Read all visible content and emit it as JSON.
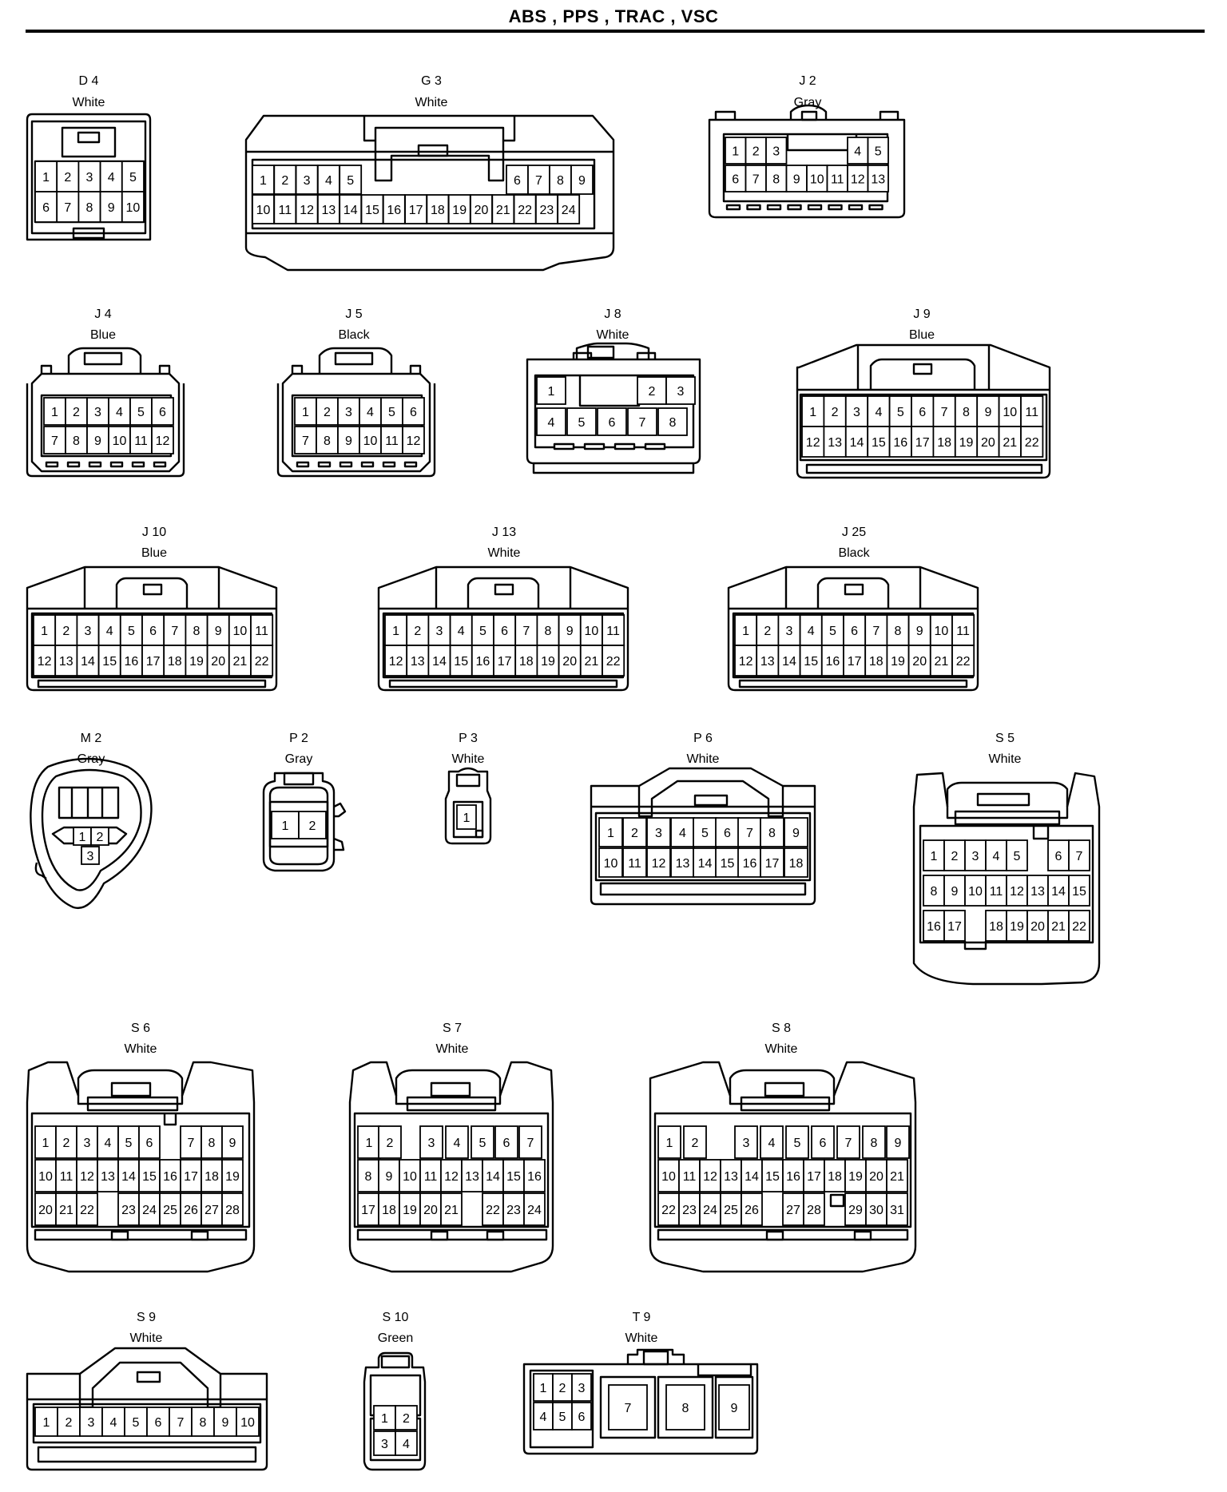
{
  "title": "ABS , PPS , TRAC , VSC",
  "connectors": [
    {
      "id": "D 4",
      "color": "White",
      "rows": [
        [
          "1",
          "2",
          "3",
          "4",
          "5"
        ],
        [
          "6",
          "7",
          "8",
          "9",
          "10"
        ]
      ]
    },
    {
      "id": "G 3",
      "color": "White",
      "rows": [
        [
          "1",
          "2",
          "3",
          "4",
          "5",
          "",
          "",
          "",
          "",
          "",
          "6",
          "7",
          "8",
          "9"
        ],
        [
          "10",
          "11",
          "12",
          "13",
          "14",
          "15",
          "16",
          "17",
          "18",
          "19",
          "20",
          "21",
          "22",
          "23",
          "24"
        ]
      ]
    },
    {
      "id": "J 2",
      "color": "Gray",
      "rows": [
        [
          "1",
          "2",
          "3",
          "",
          "",
          "",
          "4",
          "5"
        ],
        [
          "6",
          "7",
          "8",
          "9",
          "10",
          "11",
          "12",
          "13"
        ]
      ]
    },
    {
      "id": "J 4",
      "color": "Blue",
      "rows": [
        [
          "1",
          "2",
          "3",
          "4",
          "5",
          "6"
        ],
        [
          "7",
          "8",
          "9",
          "10",
          "11",
          "12"
        ]
      ]
    },
    {
      "id": "J 5",
      "color": "Black",
      "rows": [
        [
          "1",
          "2",
          "3",
          "4",
          "5",
          "6"
        ],
        [
          "7",
          "8",
          "9",
          "10",
          "11",
          "12"
        ]
      ]
    },
    {
      "id": "J 8",
      "color": "White",
      "rows": [
        [
          "1",
          "",
          "",
          "2",
          "3"
        ],
        [
          "4",
          "5",
          "6",
          "7",
          "8"
        ]
      ]
    },
    {
      "id": "J 9",
      "color": "Blue",
      "rows": [
        [
          "1",
          "2",
          "3",
          "4",
          "5",
          "6",
          "7",
          "8",
          "9",
          "10",
          "11"
        ],
        [
          "12",
          "13",
          "14",
          "15",
          "16",
          "17",
          "18",
          "19",
          "20",
          "21",
          "22"
        ]
      ]
    },
    {
      "id": "J 10",
      "color": "Blue",
      "rows": [
        [
          "1",
          "2",
          "3",
          "4",
          "5",
          "6",
          "7",
          "8",
          "9",
          "10",
          "11"
        ],
        [
          "12",
          "13",
          "14",
          "15",
          "16",
          "17",
          "18",
          "19",
          "20",
          "21",
          "22"
        ]
      ]
    },
    {
      "id": "J 13",
      "color": "White",
      "rows": [
        [
          "1",
          "2",
          "3",
          "4",
          "5",
          "6",
          "7",
          "8",
          "9",
          "10",
          "11"
        ],
        [
          "12",
          "13",
          "14",
          "15",
          "16",
          "17",
          "18",
          "19",
          "20",
          "21",
          "22"
        ]
      ]
    },
    {
      "id": "J 25",
      "color": "Black",
      "rows": [
        [
          "1",
          "2",
          "3",
          "4",
          "5",
          "6",
          "7",
          "8",
          "9",
          "10",
          "11"
        ],
        [
          "12",
          "13",
          "14",
          "15",
          "16",
          "17",
          "18",
          "19",
          "20",
          "21",
          "22"
        ]
      ]
    },
    {
      "id": "M 2",
      "color": "Gray",
      "rows": [
        [
          "1",
          "2"
        ],
        [
          "3"
        ]
      ]
    },
    {
      "id": "P 2",
      "color": "Gray",
      "rows": [
        [
          "1",
          "2"
        ]
      ]
    },
    {
      "id": "P 3",
      "color": "White",
      "rows": [
        [
          "1"
        ]
      ]
    },
    {
      "id": "P 6",
      "color": "White",
      "rows": [
        [
          "1",
          "2",
          "3",
          "4",
          "5",
          "6",
          "7",
          "8",
          "9"
        ],
        [
          "10",
          "11",
          "12",
          "13",
          "14",
          "15",
          "16",
          "17",
          "18"
        ]
      ]
    },
    {
      "id": "S 5",
      "color": "White",
      "rows": [
        [
          "1",
          "2",
          "3",
          "4",
          "5",
          "",
          "6",
          "7"
        ],
        [
          "8",
          "9",
          "10",
          "11",
          "12",
          "13",
          "14",
          "15"
        ],
        [
          "16",
          "17",
          "",
          "18",
          "19",
          "20",
          "21",
          "22"
        ]
      ]
    },
    {
      "id": "S 6",
      "color": "White",
      "rows": [
        [
          "1",
          "2",
          "3",
          "4",
          "5",
          "6",
          "",
          "7",
          "8",
          "9"
        ],
        [
          "10",
          "11",
          "12",
          "13",
          "14",
          "15",
          "16",
          "17",
          "18",
          "19"
        ],
        [
          "20",
          "21",
          "22",
          "",
          "23",
          "24",
          "25",
          "26",
          "27",
          "28"
        ]
      ]
    },
    {
      "id": "S 7",
      "color": "White",
      "rows": [
        [
          "1",
          "2",
          "",
          "3",
          "4",
          "5",
          "6",
          "7"
        ],
        [
          "8",
          "9",
          "10",
          "11",
          "12",
          "13",
          "14",
          "15",
          "16"
        ],
        [
          "17",
          "18",
          "19",
          "20",
          "21",
          "",
          "22",
          "23",
          "24"
        ]
      ]
    },
    {
      "id": "S 8",
      "color": "White",
      "rows": [
        [
          "1",
          "2",
          "",
          "3",
          "4",
          "5",
          "6",
          "7",
          "8",
          "9"
        ],
        [
          "10",
          "11",
          "12",
          "13",
          "14",
          "15",
          "16",
          "17",
          "18",
          "19",
          "20",
          "21"
        ],
        [
          "22",
          "23",
          "24",
          "25",
          "26",
          "",
          "27",
          "28",
          "",
          "29",
          "30",
          "31"
        ]
      ]
    },
    {
      "id": "S 9",
      "color": "White",
      "rows": [
        [
          "1",
          "2",
          "3",
          "4",
          "5",
          "6",
          "7",
          "8",
          "9",
          "10"
        ]
      ]
    },
    {
      "id": "S 10",
      "color": "Green",
      "rows": [
        [
          "1",
          "2"
        ],
        [
          "3",
          "4"
        ]
      ]
    },
    {
      "id": "T 9",
      "color": "White",
      "rows": [
        [
          "1",
          "2",
          "3",
          "7",
          "8",
          "9"
        ],
        [
          "4",
          "5",
          "6"
        ]
      ]
    }
  ]
}
